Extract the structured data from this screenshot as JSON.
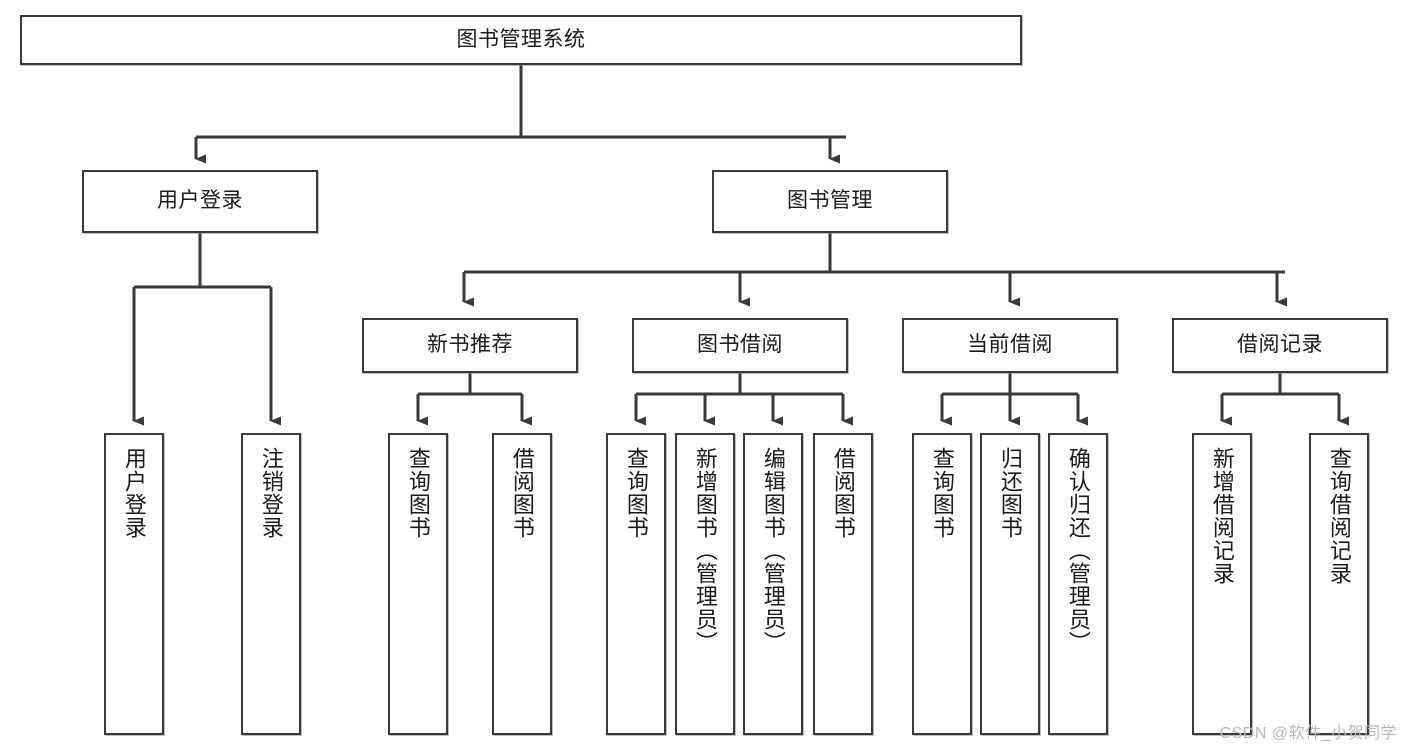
{
  "diagram": {
    "title": "图书管理系统",
    "watermark": "CSDN @软件_小贺同学",
    "line_color": "#3a3a3a",
    "text_color": "#1b1b1b",
    "background": "#ffffff",
    "levels": {
      "root": "图书管理系统",
      "level2": [
        "用户登录",
        "图书管理"
      ],
      "level3": [
        "新书推荐",
        "图书借阅",
        "当前借阅",
        "借阅记录"
      ],
      "leaves": [
        "用户登录",
        "注销登录",
        "查询图书",
        "借阅图书",
        "查询图书",
        "新增图书（管理员）",
        "编辑图书（管理员）",
        "借阅图书",
        "查询图书",
        "归还图书",
        "确认归还（管理员）",
        "新增借阅记录",
        "查询借阅记录"
      ]
    },
    "nodes": {
      "root": {
        "label": "图书管理系统"
      },
      "user_login": {
        "label": "用户登录"
      },
      "book_manage": {
        "label": "图书管理"
      },
      "new_book_rec": {
        "label": "新书推荐"
      },
      "book_borrow": {
        "label": "图书借阅"
      },
      "current_borrow": {
        "label": "当前借阅"
      },
      "borrow_record": {
        "label": "借阅记录"
      },
      "leaf_user_login": {
        "label": "用户登录"
      },
      "leaf_logout": {
        "label": "注销登录"
      },
      "leaf_query_book_a": {
        "label": "查询图书"
      },
      "leaf_borrow_book_a": {
        "label": "借阅图书"
      },
      "leaf_query_book_b": {
        "label": "查询图书"
      },
      "leaf_add_book": {
        "label": "新增图书（管理员）"
      },
      "leaf_edit_book": {
        "label": "编辑图书（管理员）"
      },
      "leaf_borrow_book_b": {
        "label": "借阅图书"
      },
      "leaf_query_book_c": {
        "label": "查询图书"
      },
      "leaf_return_book": {
        "label": "归还图书"
      },
      "leaf_confirm_return": {
        "label": "确认归还（管理员）"
      },
      "leaf_add_record": {
        "label": "新增借阅记录"
      },
      "leaf_query_record": {
        "label": "查询借阅记录"
      }
    }
  }
}
